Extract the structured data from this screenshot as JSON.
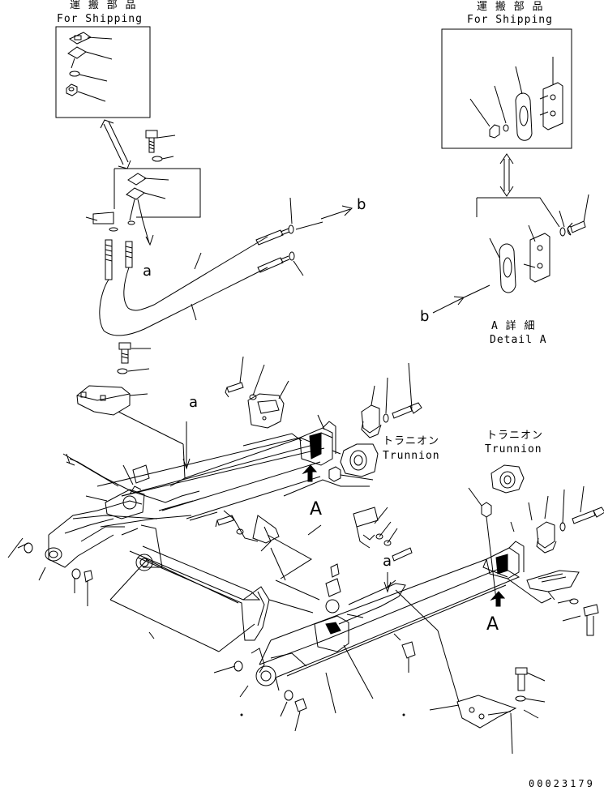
{
  "shipping_left": {
    "jp": "運 搬 部 品",
    "en": "For Shipping"
  },
  "shipping_right": {
    "jp": "運 搬 部 品",
    "en": "For Shipping"
  },
  "detail": {
    "jp": "A 詳 細",
    "en": "Detail A"
  },
  "trunnion_left": {
    "jp": "トラニオン",
    "en": "Trunnion"
  },
  "trunnion_right": {
    "jp": "トラニオン",
    "en": "Trunnion"
  },
  "markers": {
    "a_upper": "a",
    "a_mid": "a",
    "a_lower": "a",
    "b_upper": "b",
    "b_lower": "b",
    "A_left": "A",
    "A_right": "A"
  },
  "drawing_number": "00023179"
}
